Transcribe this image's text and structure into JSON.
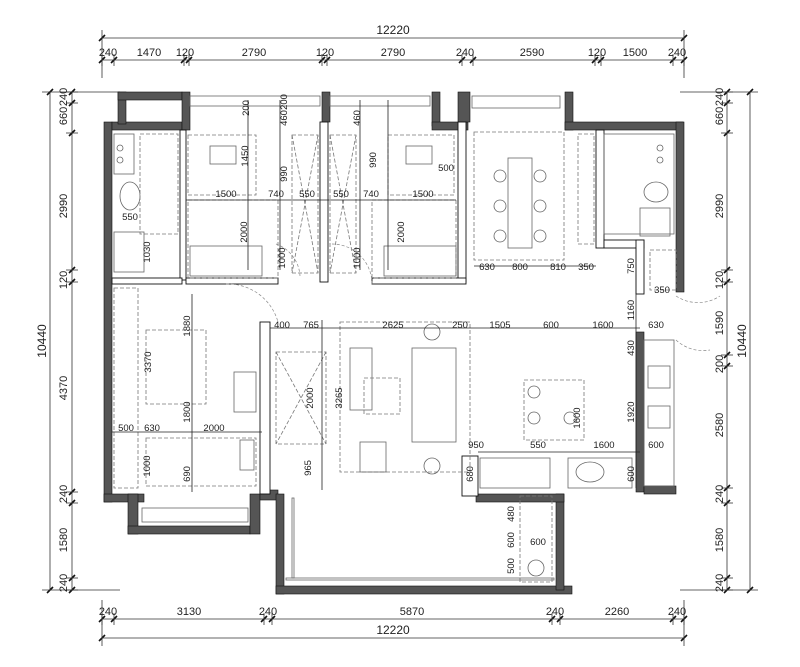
{
  "top": {
    "total": "12220",
    "segments": [
      "240",
      "1470",
      "120",
      "2790",
      "120",
      "2790",
      "240",
      "2590",
      "120",
      "1500",
      "240"
    ]
  },
  "bottom": {
    "total": "12220",
    "segments": [
      "240",
      "3130",
      "240",
      "5870",
      "240",
      "2260",
      "240"
    ]
  },
  "left": {
    "total": "10440",
    "segments": [
      "240",
      "660",
      "2990",
      "120",
      "4370",
      "240",
      "1580",
      "240"
    ]
  },
  "right": {
    "total": "10440",
    "segments": [
      "240",
      "660",
      "2990",
      "120",
      "1590",
      "200",
      "2580",
      "240",
      "1580",
      "240"
    ]
  },
  "interior": {
    "d_200a": "200",
    "d_460a": "460",
    "d_200b": "200",
    "d_460b": "460",
    "d_1450": "1450",
    "d_990a": "990",
    "d_990b": "990",
    "d_500a": "500",
    "d_1500a": "1500",
    "d_740a": "740",
    "d_550a": "550",
    "d_550b": "550",
    "d_740b": "740",
    "d_1500b": "1500",
    "d_550c": "550",
    "d_1030": "1030",
    "d_2000a": "2000",
    "d_1000a": "1000",
    "d_1000b": "1000",
    "d_2000b": "2000",
    "d_630a": "630",
    "d_800": "800",
    "d_810": "810",
    "d_350a": "350",
    "d_750": "750",
    "d_350b": "350",
    "d_1160": "1160",
    "d_400": "400",
    "d_765": "765",
    "d_2625": "2625",
    "d_250": "250",
    "d_1505": "1505",
    "d_600a": "600",
    "d_1600a": "1600",
    "d_630b": "630",
    "d_1880": "1880",
    "d_3370": "3370",
    "d_3265": "3265",
    "d_2000c": "2000",
    "d_1800": "1800",
    "d_500b": "500",
    "d_630c": "630",
    "d_2000d": "2000",
    "d_1000c": "1000",
    "d_690": "690",
    "d_965": "965",
    "d_430": "430",
    "d_1600b": "1600",
    "d_1920": "1920",
    "d_950": "950",
    "d_550d": "550",
    "d_1600c": "1600",
    "d_600b": "600",
    "d_680": "680",
    "d_600c": "600",
    "d_480": "480",
    "d_600d": "600",
    "d_600e": "600",
    "d_500c": "500"
  }
}
